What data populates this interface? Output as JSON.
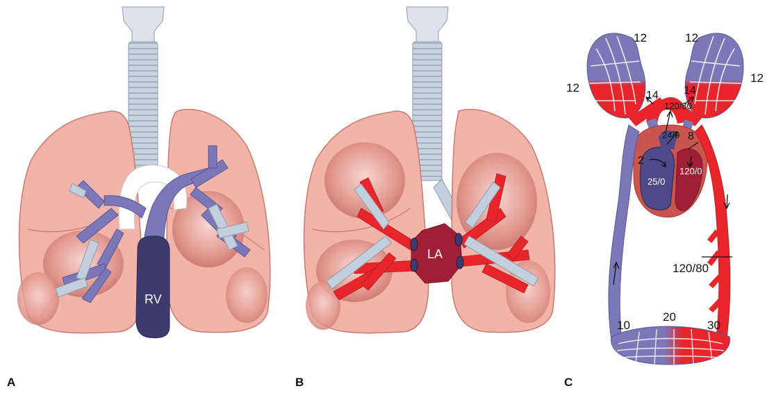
{
  "panels": {
    "a": {
      "letter": "A",
      "chamber_label": "RV"
    },
    "b": {
      "letter": "B",
      "chamber_label": "LA"
    },
    "c": {
      "letter": "C",
      "pressures": {
        "pulm_cap_top_left": "12",
        "pulm_cap_top_right": "12",
        "pulm_cap_left_side": "12",
        "pulm_cap_right_side": "12",
        "pulm_vein_left": "14",
        "pulm_vein_right": "14",
        "aorta": "120/80",
        "pulm_artery": "24/9",
        "right_atrium": "2",
        "left_atrium": "8",
        "right_ventricle": "25/0",
        "left_ventricle": "120/0",
        "systemic_artery": "120/80",
        "systemic_cap_venous": "10",
        "systemic_cap_mid": "20",
        "systemic_cap_arterial": "30"
      }
    }
  },
  "colors": {
    "lung": "#f2b3a8",
    "lung_edge": "#c97a70",
    "lung_shadow": "#d98a82",
    "trachea": "#c9d3de",
    "airway": "#b9c7d6",
    "venous": "#7b78b8",
    "venous_dark": "#3f3a6e",
    "arterial": "#e8252b",
    "left_atrium": "#a11f34",
    "heart_wall": "#c8564f"
  }
}
